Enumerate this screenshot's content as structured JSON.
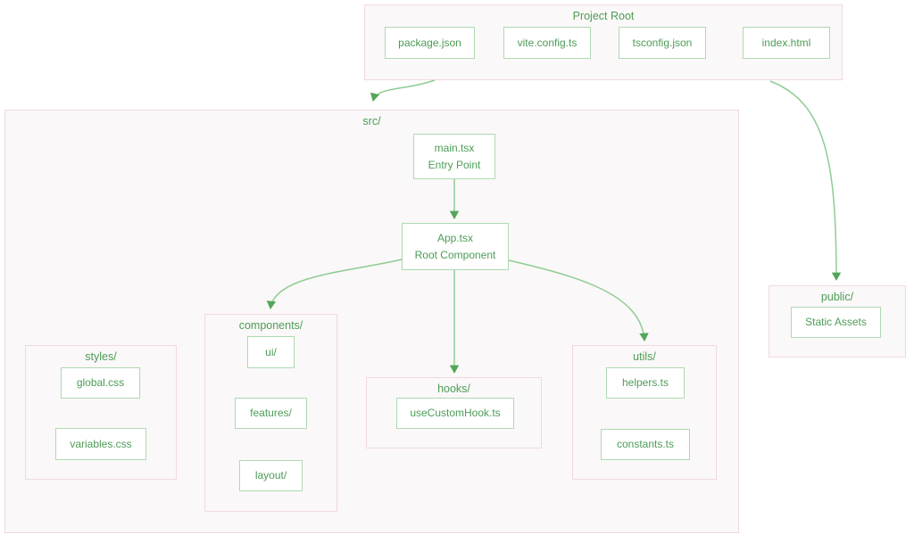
{
  "colors": {
    "container_border": "#f2d9de",
    "container_fill": "#faf8f8",
    "node_border": "#aed9b0",
    "node_fill": "#ffffff",
    "text_color": "#4d9c57",
    "edge_line": "#8fcc92",
    "arrowhead": "#54a65a"
  },
  "groups": {
    "project_root": {
      "label": "Project Root"
    },
    "src": {
      "label": "src/"
    },
    "styles": {
      "label": "styles/"
    },
    "components": {
      "label": "components/"
    },
    "hooks": {
      "label": "hooks/"
    },
    "utils": {
      "label": "utils/"
    },
    "public": {
      "label": "public/"
    }
  },
  "nodes": {
    "package_json": {
      "label": "package.json"
    },
    "vite_config": {
      "label": "vite.config.ts"
    },
    "tsconfig": {
      "label": "tsconfig.json"
    },
    "index_html": {
      "label": "index.html"
    },
    "main_tsx": {
      "title": "main.tsx",
      "subtitle": "Entry Point"
    },
    "app_tsx": {
      "title": "App.tsx",
      "subtitle": "Root Component"
    },
    "ui": {
      "label": "ui/"
    },
    "features": {
      "label": "features/"
    },
    "layout": {
      "label": "layout/"
    },
    "use_custom_hook": {
      "label": "useCustomHook.ts"
    },
    "helpers": {
      "label": "helpers.ts"
    },
    "constants": {
      "label": "constants.ts"
    },
    "global_css": {
      "label": "global.css"
    },
    "variables_css": {
      "label": "variables.css"
    },
    "static_assets": {
      "label": "Static Assets"
    }
  },
  "edges": [
    {
      "from": "Project Root",
      "to": "src/"
    },
    {
      "from": "Project Root",
      "to": "public/"
    },
    {
      "from": "main.tsx",
      "to": "App.tsx"
    },
    {
      "from": "App.tsx",
      "to": "components/"
    },
    {
      "from": "App.tsx",
      "to": "hooks/"
    },
    {
      "from": "App.tsx",
      "to": "utils/"
    }
  ]
}
